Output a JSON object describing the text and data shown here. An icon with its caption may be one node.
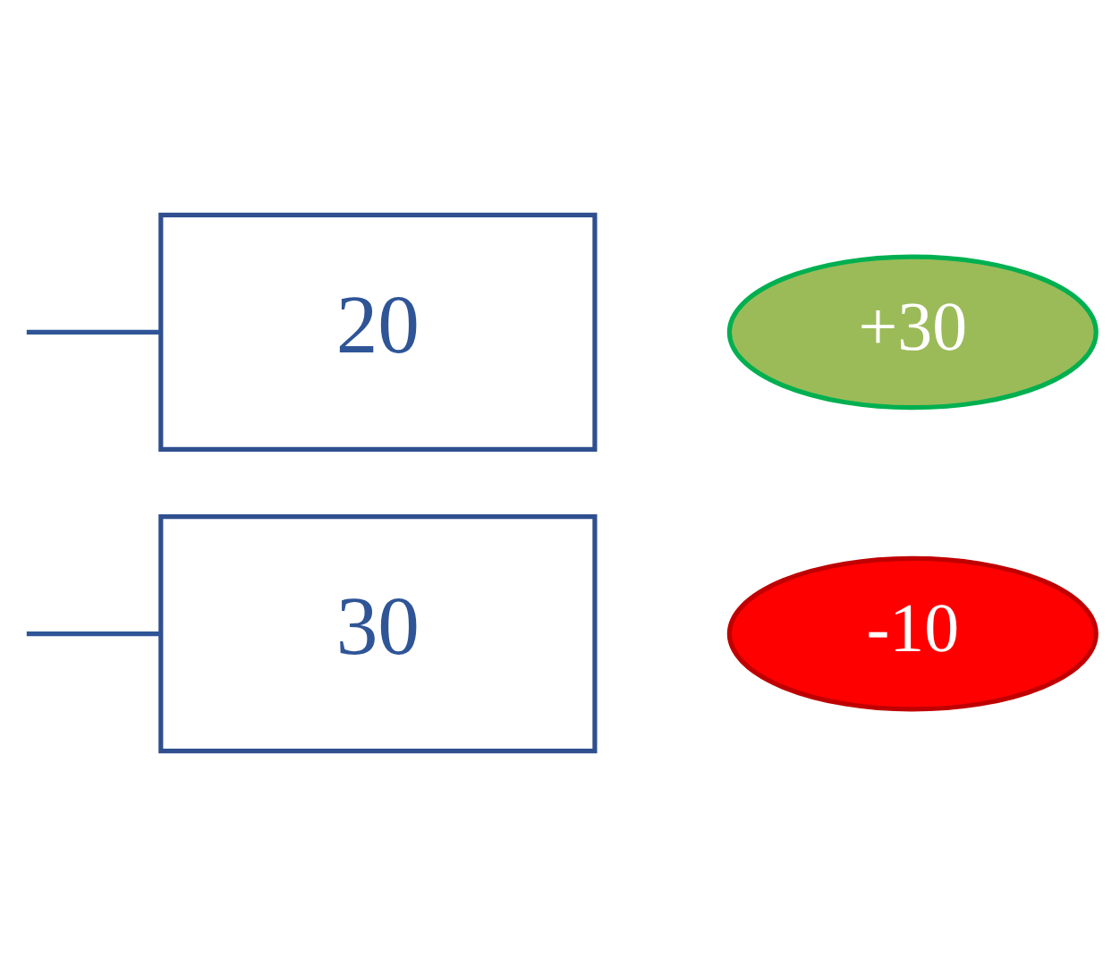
{
  "diagram": {
    "nodes": [
      {
        "text": [
          "20"
        ]
      },
      {
        "text": [
          "30"
        ]
      },
      {
        "text": [
          "+30"
        ]
      },
      {
        "text": [
          "-10"
        ]
      }
    ],
    "edges": [
      {
        "from": null,
        "to": 0,
        "arrow": "none"
      },
      {
        "from": null,
        "to": 1,
        "arrow": "none"
      }
    ]
  }
}
